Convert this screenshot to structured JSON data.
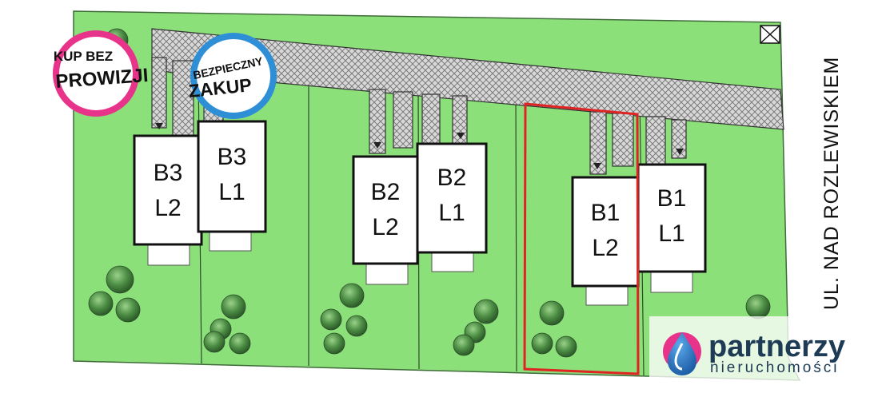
{
  "plan": {
    "street": "UL. NAD ROZLEWISKIEM",
    "units": [
      {
        "id": "b3-l2",
        "line1": "B3",
        "line2": "L2"
      },
      {
        "id": "b3-l1",
        "line1": "B3",
        "line2": "L1"
      },
      {
        "id": "b2-l2",
        "line1": "B2",
        "line2": "L2"
      },
      {
        "id": "b2-l1",
        "line1": "B2",
        "line2": "L1"
      },
      {
        "id": "b1-l2",
        "line1": "B1",
        "line2": "L2"
      },
      {
        "id": "b1-l1",
        "line1": "B1",
        "line2": "L1"
      }
    ],
    "highlighted_unit": "B1 L2",
    "colors": {
      "lawn": "#8ce07a",
      "lawn_edge": "#3f6b3a",
      "highlight": "#e02424",
      "tree": "#3f7f3a"
    }
  },
  "badges": {
    "commission": {
      "line1": "KUP BEZ",
      "line2": "PROWIZJI",
      "ring_color": "#e8338a"
    },
    "safe": {
      "line1": "BEZPIECZNY",
      "line2": "ZAKUP",
      "ring_color": "#2e8fd6"
    }
  },
  "brand": {
    "name": "partnerzy",
    "tagline": "nieruchomości",
    "icon": "drop-logo-icon",
    "colors": {
      "blue": "#1f5fa8",
      "pink": "#e8338a",
      "text": "#1d3b55"
    }
  }
}
